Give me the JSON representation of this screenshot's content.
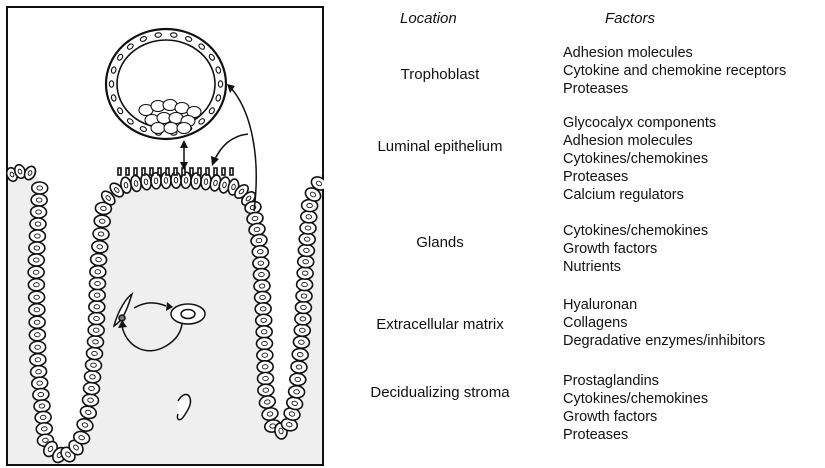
{
  "headers": {
    "location": "Location",
    "factors": "Factors"
  },
  "rows": [
    {
      "location": "Trophoblast",
      "factors": [
        "Adhesion molecules",
        "Cytokine and chemokine receptors",
        "Proteases"
      ]
    },
    {
      "location": "Luminal epithelium",
      "factors": [
        "Glycocalyx components",
        "Adhesion molecules",
        "Cytokines/chemokines",
        "Proteases",
        "Calcium regulators"
      ]
    },
    {
      "location": "Glands",
      "factors": [
        "Cytokines/chemokines",
        "Growth factors",
        "Nutrients"
      ]
    },
    {
      "location": "Extracellular matrix",
      "factors": [
        "Hyaluronan",
        "Collagens",
        "Degradative enzymes/inhibitors"
      ]
    },
    {
      "location": "Decidualizing stroma",
      "factors": [
        "Prostaglandins",
        "Cytokines/chemokines",
        "Growth factors",
        "Proteases"
      ]
    }
  ],
  "illustration": {
    "stroke": "#111111",
    "stroma_fill": "#f0f0f0",
    "cell_fill": "#ffffff"
  }
}
